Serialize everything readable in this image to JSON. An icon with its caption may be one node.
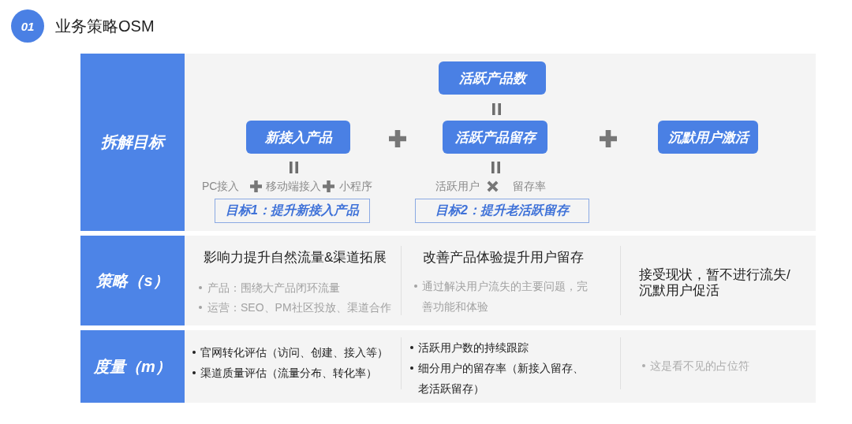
{
  "diagram": {
    "title": "业务策略OSM",
    "nodes": [
      {
        "text": [
          "01"
        ]
      },
      {
        "text": [
          "拆解目标"
        ]
      },
      {
        "text": [
          "PC接入",
          "移动端接入",
          "小程序",
          "活跃用户",
          "留存率"
        ]
      },
      {
        "text": [
          "活跃产品数"
        ],
        "in": 2
      },
      {
        "text": [
          "新接入产品"
        ],
        "in": 2
      },
      {
        "text": [
          "活跃产品留存"
        ],
        "in": 2
      },
      {
        "text": [
          "沉默用户激活"
        ],
        "in": 2
      },
      {
        "text": [
          "目标1：提升新接入产品"
        ],
        "in": 2
      },
      {
        "text": [
          "目标2：提升老活跃留存"
        ],
        "in": 2
      },
      {
        "text": [
          "策略（s）"
        ]
      },
      {
        "text": [
          "影响力提升自然流量&渠道拓展",
          "产品：围绕大产品闭环流量",
          "运营：SEO、PM社区投放、渠道合作",
          "改善产品体验提升用户留存",
          "通过解决用户流失的主要问题，完善功能和体验",
          "接受现状，暂不进行流失/沉默用户促活"
        ]
      },
      {
        "text": [
          "度量（m）"
        ]
      },
      {
        "text": [
          "官网转化评估（访问、创建、接入等）",
          "渠道质量评估（流量分布、转化率）",
          "活跃用户数的持续跟踪",
          "细分用户的留存率（新接入留存、老活跃留存）",
          "这是看不见的占位符"
        ]
      }
    ]
  }
}
